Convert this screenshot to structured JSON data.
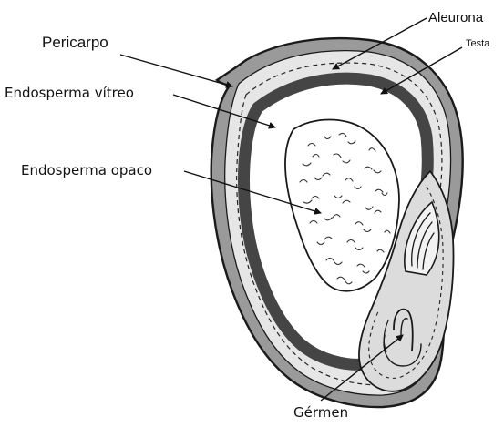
{
  "diagram": {
    "labels": {
      "pericarpo": "Pericarpo",
      "aleurona": "Aleurona",
      "testa": "Testa",
      "endosperma_vitreo": "Endosperma vítreo",
      "endosperma_opaco": "Endosperma opaco",
      "germen": "Gérmen"
    },
    "colors": {
      "outline": "#1a1a1a",
      "pericarp_fill": "#9a9a9a",
      "aleurone_fill": "#e6e6e6",
      "vitreous_ring": "#454545",
      "endosperm_fill": "#ffffff",
      "germ_fill": "#dcdcdc",
      "label_text": "#111111"
    }
  }
}
